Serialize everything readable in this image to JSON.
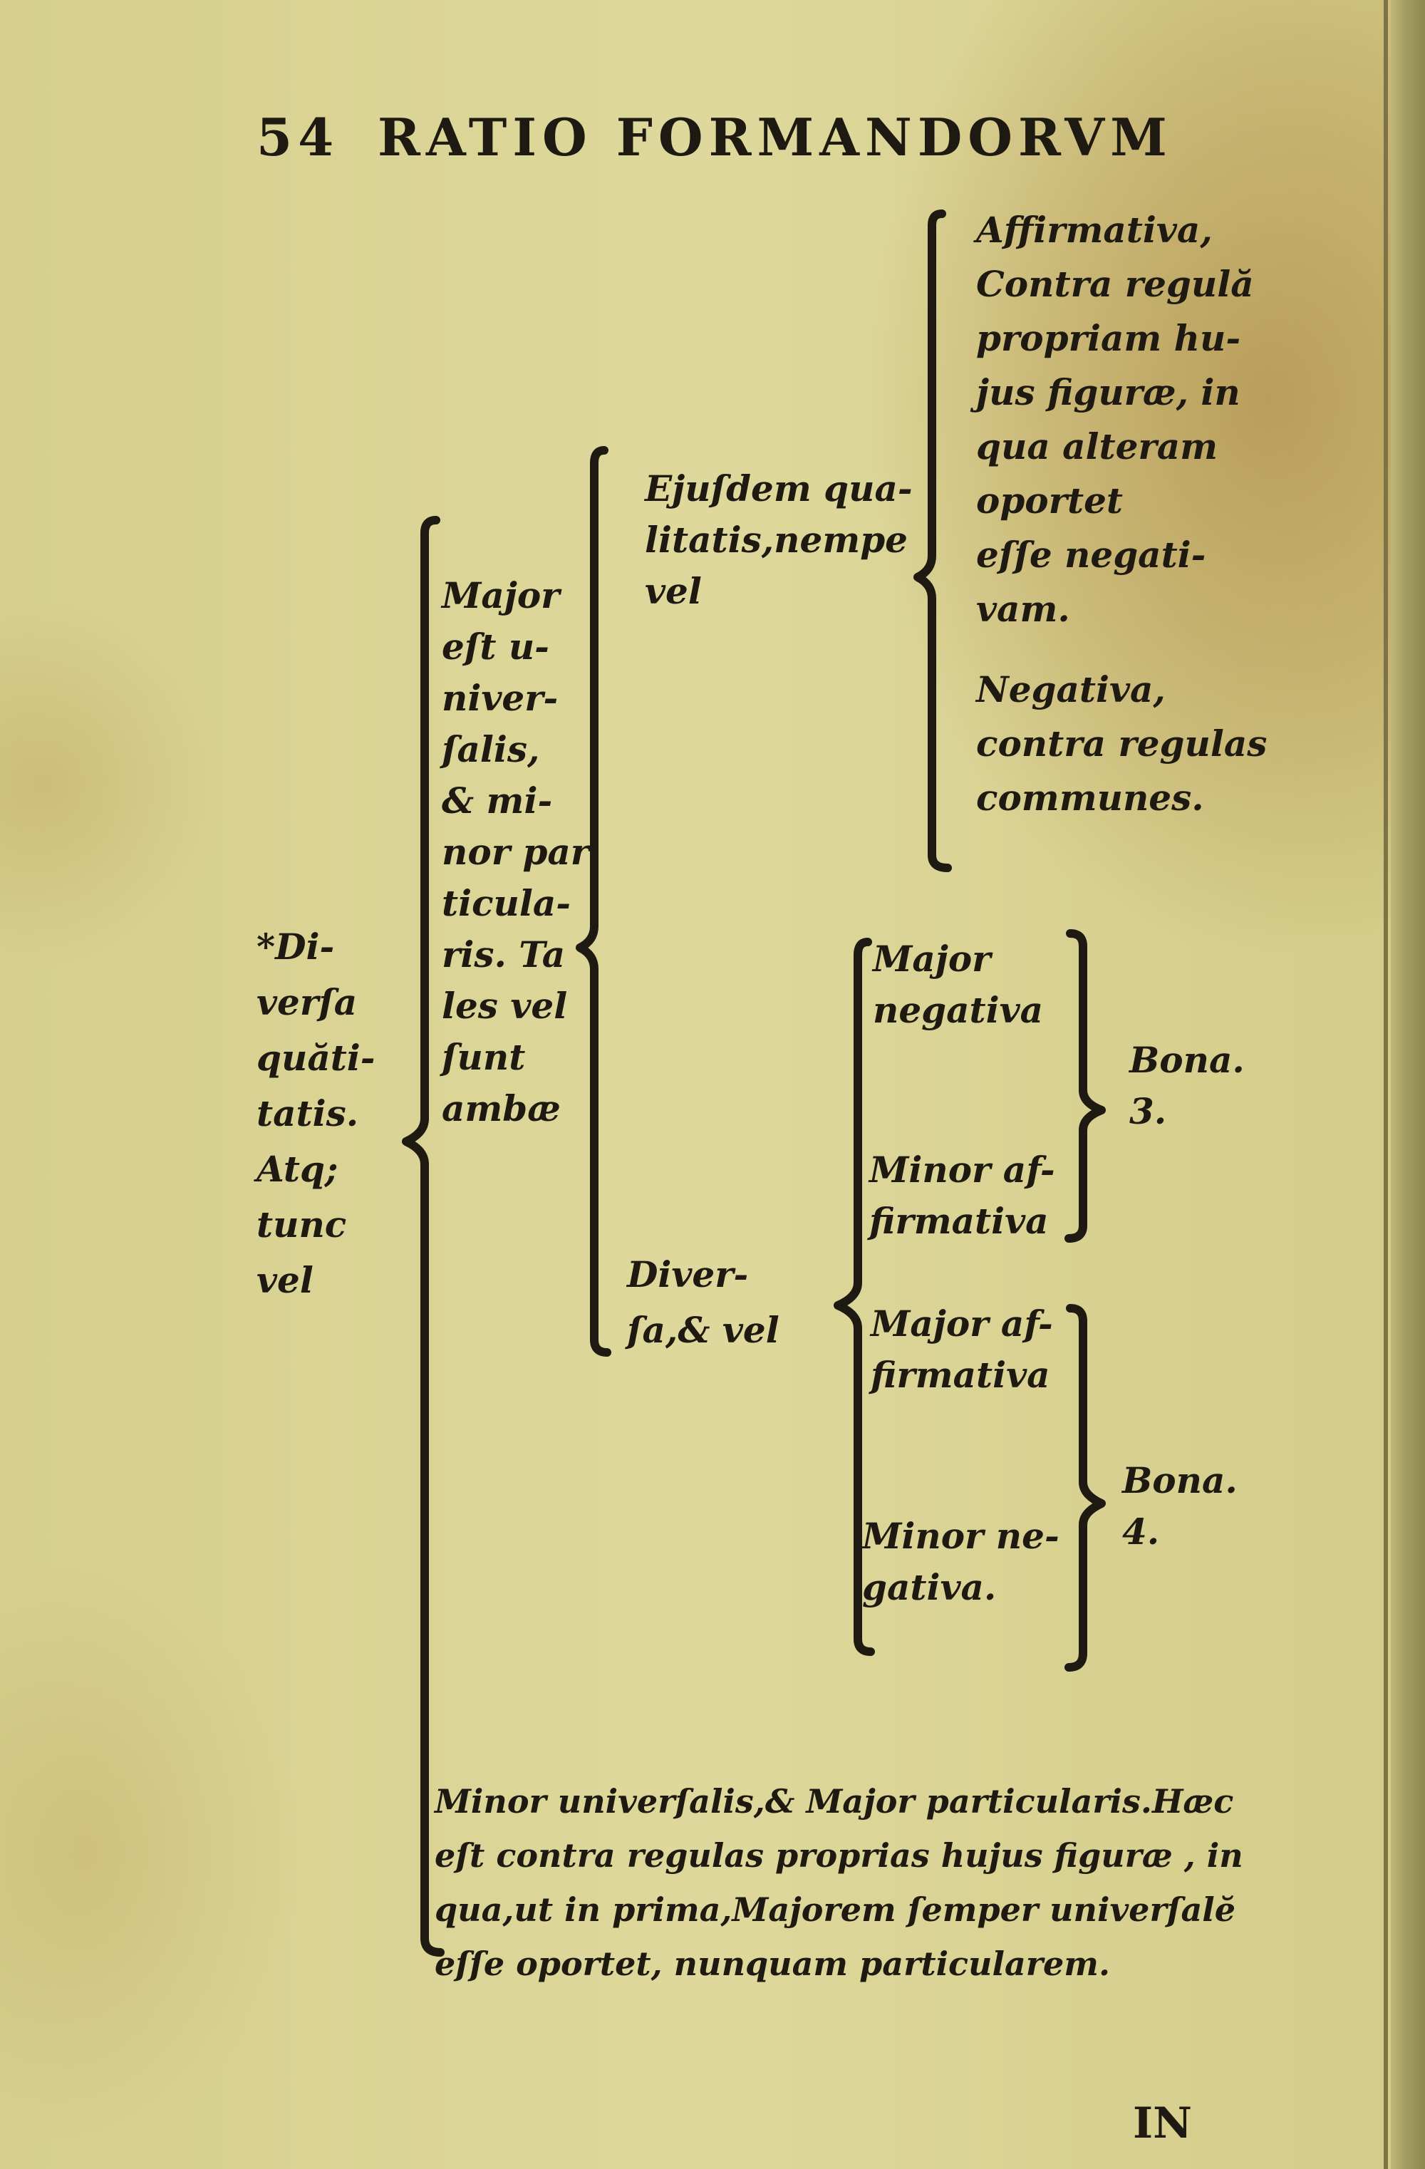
{
  "header": {
    "page_number": "54",
    "running_title": "RATIO FORMANDORVM"
  },
  "tree": {
    "root": "*Di-\nverſa\nquăti-\ntatis.\nAtq;\ntunc\nvel",
    "major_universalis": "Major\neſt u-\nniver-\nſalis,\n& mi-\nnor par\nticula-\nris. Ta\nles vel\nſunt\nambæ",
    "ejusdem_qualitatis": "Ejuſdem qua-\nlitatis,nempe\nvel",
    "affirmativa": "Affirmativa,\nContra regulă\npropriam hu-\njus figuræ, in\nqua alteram\noportet\neſſe negati-\nvam.",
    "negativa": "Negativa,\ncontra regulas\ncommunes.",
    "diversa": "Diver-\nſa,& vel",
    "major_negativa": "Major\nnegativa",
    "minor_affirmativa": "Minor af-\nfirmativa",
    "bona_3": "Bona.\n3.",
    "major_affirmativa": "Major af-\nfirmativa",
    "minor_negativa": "Minor ne-\ngativa.",
    "bona_4": "Bona.\n4.",
    "minor_universalis": "Minor univerſalis,& Major particularis.Hæc\neſt contra regulas proprias hujus figuræ , in\nqua,ut in prima,Majorem ſemper univerſalĕ\neſſe oportet, nunquam particularem."
  },
  "footer": {
    "catchword": "IN"
  }
}
